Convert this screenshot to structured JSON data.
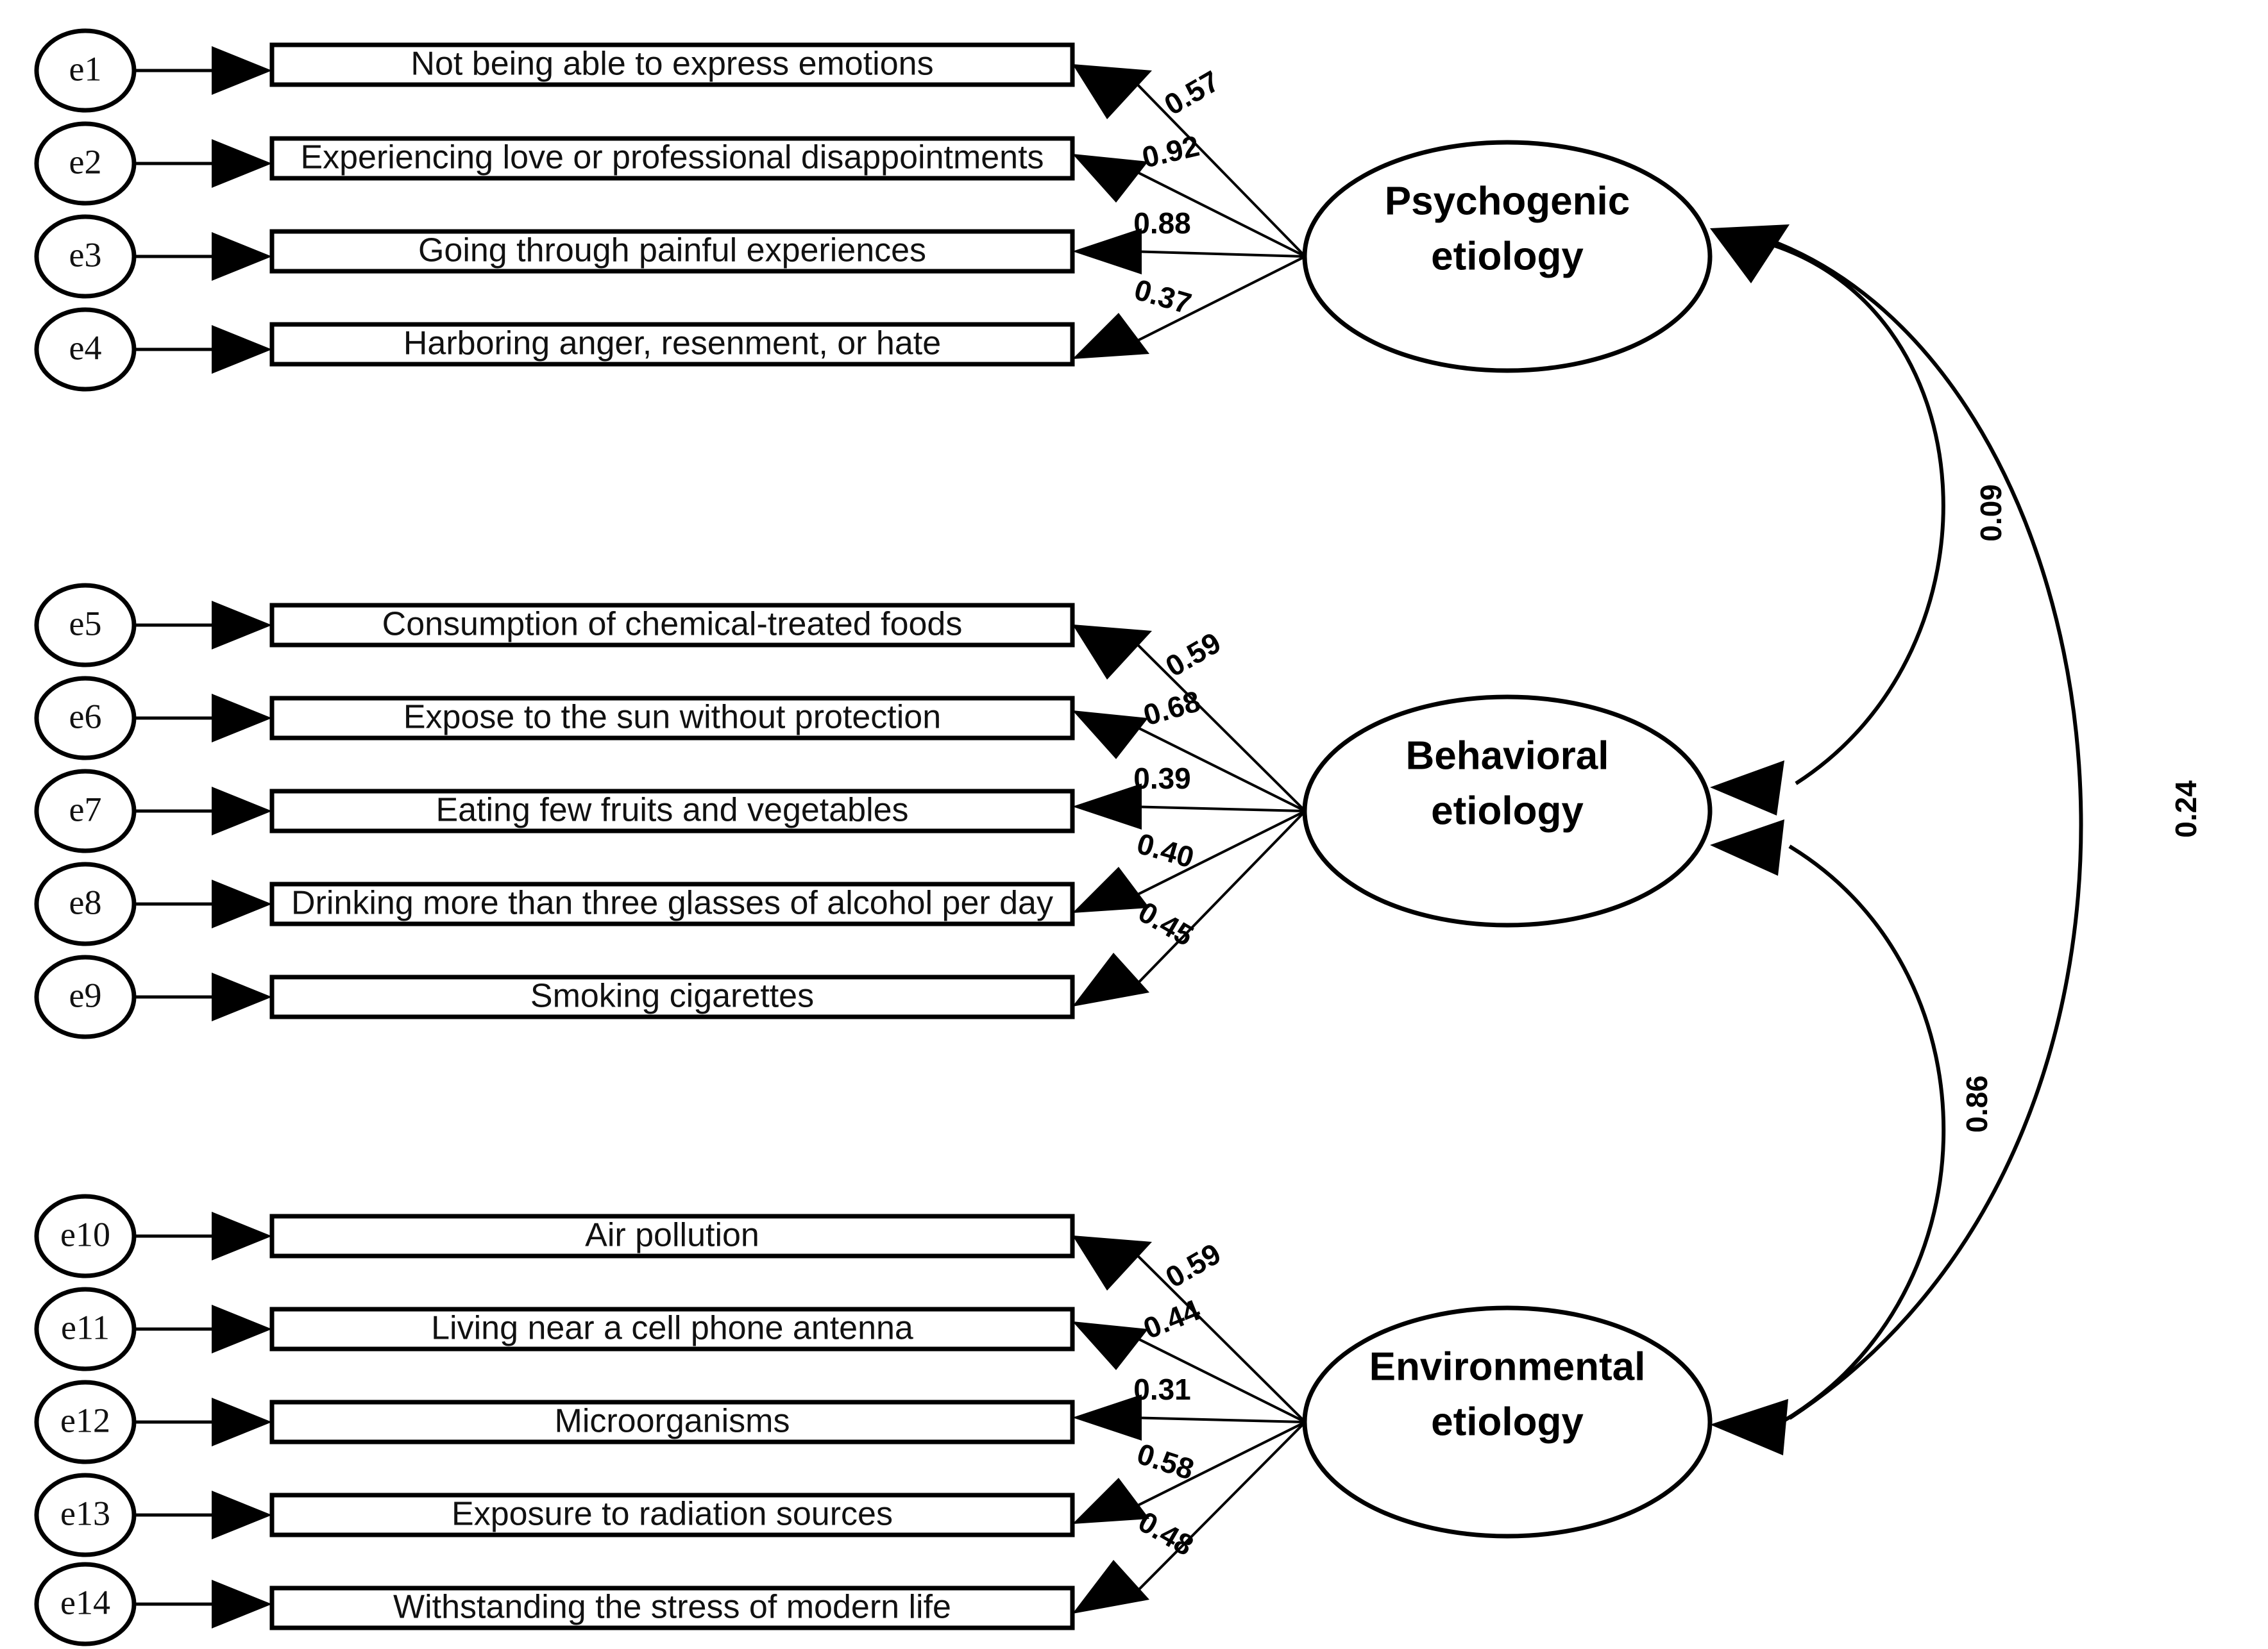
{
  "diagram": {
    "title": "Confirmatory factor analysis path diagram of cancer etiology beliefs",
    "type": "sem-path-diagram",
    "background_color": "#ffffff",
    "line_color": "#000000"
  },
  "chart_data": {
    "type": "diagram",
    "factors": [
      {
        "id": "psychogenic",
        "label_line1": "Psychogenic",
        "label_line2": "etiology",
        "indicators": [
          {
            "error": "e1",
            "text": "Not being able to express emotions",
            "loading": "0.57"
          },
          {
            "error": "e2",
            "text": "Experiencing love or professional disappointments",
            "loading": "0.92"
          },
          {
            "error": "e3",
            "text": "Going through painful experiences",
            "loading": "0.88"
          },
          {
            "error": "e4",
            "text": "Harboring anger, resenment, or hate",
            "loading": "0.37"
          }
        ]
      },
      {
        "id": "behavioral",
        "label_line1": "Behavioral",
        "label_line2": "etiology",
        "indicators": [
          {
            "error": "e5",
            "text": "Consumption of chemical-treated foods",
            "loading": "0.59"
          },
          {
            "error": "e6",
            "text": "Expose to the sun without protection",
            "loading": "0.68"
          },
          {
            "error": "e7",
            "text": "Eating few fruits and vegetables",
            "loading": "0.39"
          },
          {
            "error": "e8",
            "text": "Drinking more than three glasses of alcohol per day",
            "loading": "0.40"
          },
          {
            "error": "e9",
            "text": "Smoking cigarettes",
            "loading": "0.45"
          }
        ]
      },
      {
        "id": "environmental",
        "label_line1": "Environmental",
        "label_line2": "etiology",
        "indicators": [
          {
            "error": "e10",
            "text": "Air pollution",
            "loading": "0.59"
          },
          {
            "error": "e11",
            "text": "Living near a cell phone antenna",
            "loading": "0.44"
          },
          {
            "error": "e12",
            "text": "Microorganisms",
            "loading": "0.31"
          },
          {
            "error": "e13",
            "text": "Exposure to radiation sources",
            "loading": "0.58"
          },
          {
            "error": "e14",
            "text": "Withstanding the stress of modern life",
            "loading": "0.48"
          }
        ]
      }
    ],
    "covariances": [
      {
        "id": "psy-beh",
        "from": "psychogenic",
        "to": "behavioral",
        "value": "0.09"
      },
      {
        "id": "beh-env",
        "from": "behavioral",
        "to": "environmental",
        "value": "0.86"
      },
      {
        "id": "psy-env",
        "from": "psychogenic",
        "to": "environmental",
        "value": "0.24"
      }
    ]
  }
}
